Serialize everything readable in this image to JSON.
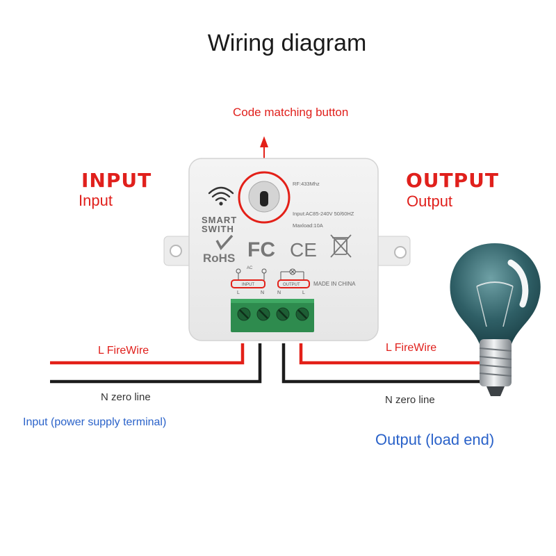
{
  "title": "Wiring diagram",
  "code_button_label": "Code matching button",
  "input": {
    "heading": "INPUT",
    "subheading": "Input"
  },
  "output": {
    "heading": "OUTPUT",
    "subheading": "Output"
  },
  "device": {
    "line1": "SMART",
    "line2": "SWITH",
    "rf": "RF:433Mhz",
    "input_spec": "Input:AC85-240V 50/60HZ",
    "maxload": "Maxload:10A",
    "rohs": "RoHS",
    "fc": "FC",
    "ce": "CE",
    "ac": "AC",
    "input_tag": "INPUT",
    "output_tag": "OUTPUT",
    "made_in": "MADE IN CHINA",
    "terminal_l1": "L",
    "terminal_n1": "N",
    "terminal_n2": "N",
    "terminal_l2": "L"
  },
  "wires": {
    "left_fire": "L FireWire",
    "left_zero": "N zero line",
    "right_fire": "L FireWire",
    "right_zero": "N zero line"
  },
  "input_caption": "Input (power supply terminal)",
  "output_caption": "Output (load end)",
  "colors": {
    "red_wire": "#e32018",
    "black_wire": "#1c1c1c",
    "label_red": "#e0201c",
    "label_blue": "#2a62c9",
    "terminal_green": "#2e8b4e"
  }
}
